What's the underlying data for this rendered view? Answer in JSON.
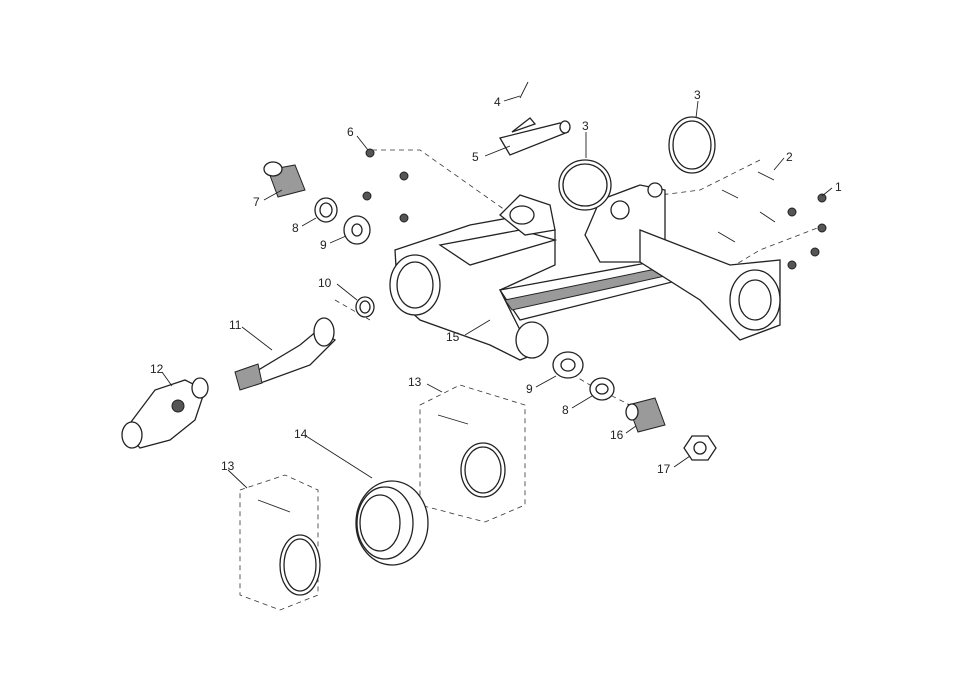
{
  "callouts": [
    {
      "id": "c1",
      "text": "1"
    },
    {
      "id": "c2",
      "text": "2"
    },
    {
      "id": "c3a",
      "text": "3"
    },
    {
      "id": "c3b",
      "text": "3"
    },
    {
      "id": "c4",
      "text": "4"
    },
    {
      "id": "c5",
      "text": "5"
    },
    {
      "id": "c6",
      "text": "6"
    },
    {
      "id": "c7",
      "text": "7"
    },
    {
      "id": "c8a",
      "text": "8"
    },
    {
      "id": "c8b",
      "text": "8"
    },
    {
      "id": "c9a",
      "text": "9"
    },
    {
      "id": "c9b",
      "text": "9"
    },
    {
      "id": "c10",
      "text": "10"
    },
    {
      "id": "c11",
      "text": "11"
    },
    {
      "id": "c12",
      "text": "12"
    },
    {
      "id": "c13a",
      "text": "13"
    },
    {
      "id": "c13b",
      "text": "13"
    },
    {
      "id": "c14",
      "text": "14"
    },
    {
      "id": "c15",
      "text": "15"
    },
    {
      "id": "c16",
      "text": "16"
    },
    {
      "id": "c17",
      "text": "17"
    }
  ]
}
